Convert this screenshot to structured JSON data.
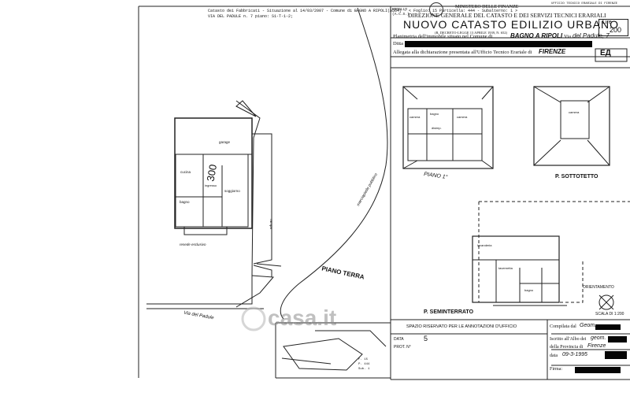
{
  "header": {
    "stamp_line": "Catasto dei Fabbricati - Situazione al 14/03/2007 - Comune di BAGNO A RIPOLI(A564) - < Foglio: 15 Particella: 444 - Subalterno: 1 >",
    "stamp_line2": "VIA DEL PADULE n. 7 piano: S1-T-1-2;",
    "ministry": "MINISTERO DELLE FINANZE",
    "direction": "DIREZIONE GENERALE DEL CATASTO E DEI SERVIZI TECNICI ERARIALI",
    "title": "NUOVO CATASTO EDILIZIO URBANO",
    "subtitle": "(R. DECRETO-LEGGE 13 APRILE 1939, N. 652)",
    "lire": "Lire",
    "lire_value": "200",
    "modello": "MODELLO",
    "modello_code": "(A.C.S.)",
    "top_right": "UFFICIO TECNICO ERARIALE DI FIRENZE",
    "planimetria_label": "Planimetria dell'immobile situato nel Comune di",
    "comune": "BAGNO A RIPOLI",
    "via_label": "Via",
    "via": "del Padule, 7",
    "ditta_label": "Ditta",
    "allegata_label": "Allegata alla dichiarazione presentata all'Ufficio Tecnico Erariale di",
    "allegata_city": "FIRENZE",
    "scheda_mark": "ЕД"
  },
  "plans": {
    "piano_terra": "PIANO TERRA",
    "piano_primo": "PIANO 1°",
    "sottotetto": "P. SOTTOTETTO",
    "seminterrato": "P. SEMINTERRATO",
    "via_padule": "Via del Padule",
    "resede": "resede esclusivo",
    "marciapiede": "marciapiede pubblico",
    "rampa": "rampa",
    "mappale": "300",
    "orientamento": "ORIENTAMENTO",
    "scala_label": "SCALA DI 1:200",
    "rooms": {
      "ingresso": "ingresso",
      "cucina": "cucina",
      "bagno": "bagno",
      "soggiorno": "soggiorno",
      "camera": "camera",
      "garage": "garage",
      "tavernetta": "tavernetta",
      "lavanderia": "lavanderia",
      "disimpegno": "disimp."
    }
  },
  "footer": {
    "riservato": "SPAZIO RISERVATO PER LE ANNOTAZIONI D'UFFICIO",
    "data_label": "DATA",
    "data_value": "5",
    "prot_label": "PROT. N°",
    "map_labels": [
      "F. 15",
      "P. 444",
      "Sub. 1"
    ],
    "compilata": "Compilata dal",
    "compilata_title": "Geom.",
    "iscritto": "Iscritto all'Albo dei",
    "iscritto_value": "geom.",
    "provincia": "della Provincia di",
    "provincia_value": "Firenze",
    "data2_label": "data",
    "data2_value": "09-3-1995",
    "firma": "Firma:"
  },
  "watermark": "casa.it"
}
